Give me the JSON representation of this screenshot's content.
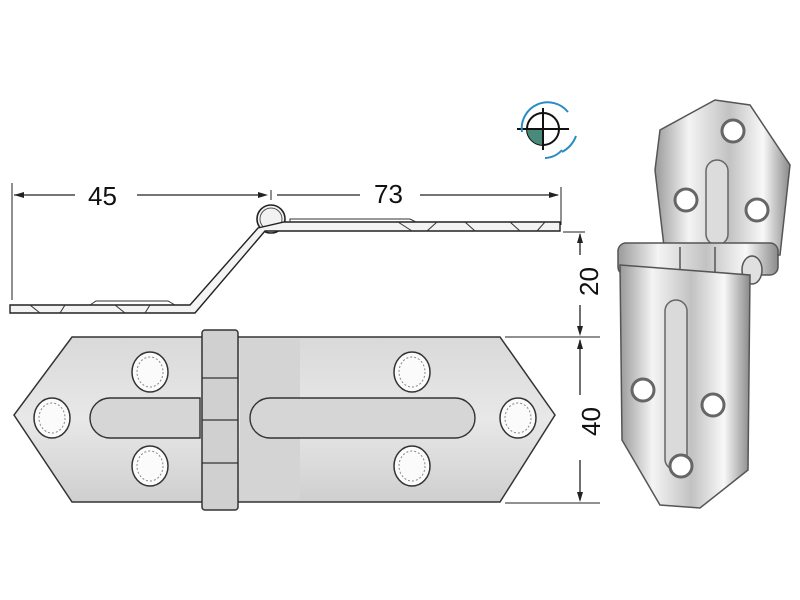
{
  "title": "Stainless steel offset hinge — technical drawing",
  "dimensions": {
    "left_leaf_length": "45",
    "right_leaf_length": "73",
    "offset_height": "20",
    "width": "40"
  },
  "views": {
    "side_profile": "side-view",
    "top_view": "plan-view",
    "photo": "product-photo",
    "projection_symbol": "first-angle-projection-symbol"
  },
  "colors": {
    "metal_light": "#e4e4e4",
    "metal_mid": "#c8c8c8",
    "outline": "#333333",
    "symbol_accent": "#2a8cc4",
    "symbol_fill": "#4a8a7a"
  }
}
